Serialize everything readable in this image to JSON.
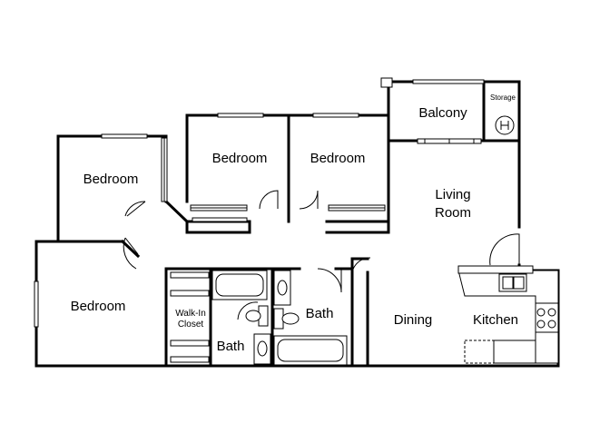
{
  "rooms": {
    "bedroom_left": "Bedroom",
    "bedroom_mid": "Bedroom",
    "bedroom_right": "Bedroom",
    "bedroom_lower": "Bedroom",
    "living_line1": "Living",
    "living_line2": "Room",
    "balcony": "Balcony",
    "storage": "Storage",
    "walkin_line1": "Walk-In",
    "walkin_line2": "Closet",
    "bath_left": "Bath",
    "bath_right": "Bath",
    "dining": "Dining",
    "kitchen": "Kitchen"
  }
}
